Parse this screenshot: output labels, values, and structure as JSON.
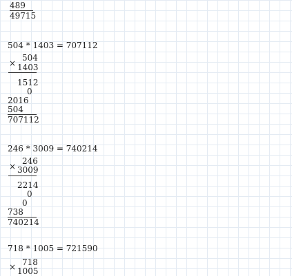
{
  "top_fragment": {
    "line1": "489",
    "line2": "49715"
  },
  "problems": [
    {
      "equation": "504 * 1403 = 707112",
      "multiplicand": "504",
      "multiplier": "1403",
      "times_symbol": "×",
      "partials": [
        "1512",
        "0",
        "2016",
        "504"
      ],
      "result": "707112"
    },
    {
      "equation": "246 * 3009 = 740214",
      "multiplicand": "246",
      "multiplier": "3009",
      "times_symbol": "×",
      "partials": [
        "2214",
        "0",
        "0",
        "738"
      ],
      "result": "740214"
    },
    {
      "equation": "718 * 1005 = 721590",
      "multiplicand": "718",
      "multiplier": "1005",
      "times_symbol": "×"
    }
  ]
}
